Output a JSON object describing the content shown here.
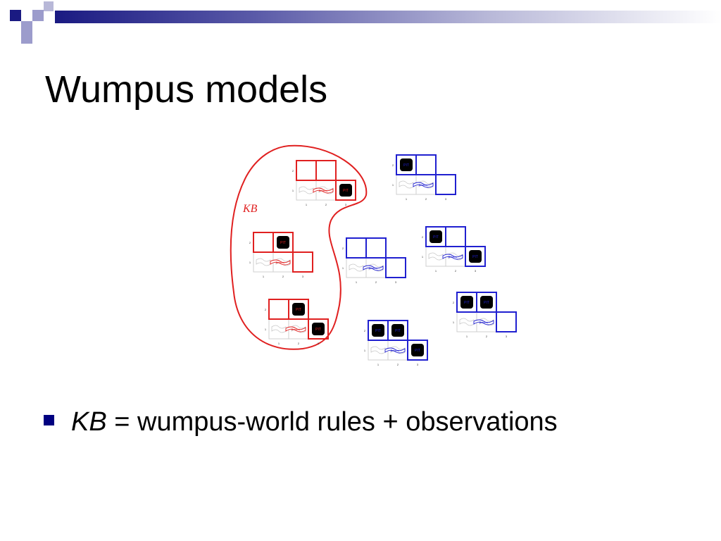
{
  "slide": {
    "title": "Wumpus models",
    "bullet": {
      "kb": "KB",
      "rest": " = wumpus-world rules + observations"
    }
  },
  "diagram": {
    "kb_label": "KB",
    "pit_label": "PIT",
    "breeze_label": "Breeze",
    "row_labels": [
      "2",
      "1"
    ],
    "col_labels": [
      "1",
      "2",
      "3"
    ],
    "kb_color": "#e02020",
    "other_color": "#2020d0",
    "models": [
      {
        "id": "kb-model-1",
        "in_kb": true,
        "pits": [
          [
            3,
            1
          ]
        ]
      },
      {
        "id": "kb-model-2",
        "in_kb": true,
        "pits": [
          [
            2,
            2
          ]
        ]
      },
      {
        "id": "kb-model-3",
        "in_kb": true,
        "pits": [
          [
            2,
            2
          ],
          [
            3,
            1
          ]
        ]
      },
      {
        "id": "model-4",
        "in_kb": false,
        "pits": [
          [
            1,
            2
          ]
        ]
      },
      {
        "id": "model-5",
        "in_kb": false,
        "pits": []
      },
      {
        "id": "model-6",
        "in_kb": false,
        "pits": [
          [
            1,
            2
          ],
          [
            3,
            1
          ]
        ]
      },
      {
        "id": "model-7",
        "in_kb": false,
        "pits": [
          [
            1,
            2
          ],
          [
            2,
            2
          ]
        ]
      },
      {
        "id": "model-8",
        "in_kb": false,
        "pits": [
          [
            1,
            2
          ],
          [
            2,
            2
          ],
          [
            3,
            1
          ]
        ]
      }
    ]
  },
  "colors": {
    "bullet": "#000080",
    "header_dark": "#1a1a82",
    "header_light": "#9c9ccc"
  }
}
